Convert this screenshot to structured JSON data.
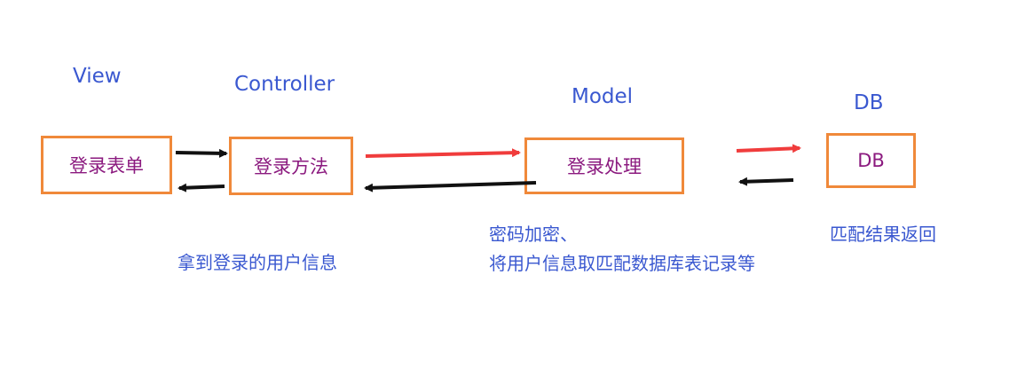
{
  "layers": {
    "view": "View",
    "controller": "Controller",
    "model": "Model",
    "db": "DB"
  },
  "boxes": {
    "view": "登录表单",
    "controller": "登录方法",
    "model": "登录处理",
    "db": "DB"
  },
  "notes": {
    "controller": "拿到登录的用户信息",
    "model_line1": "密码加密、",
    "model_line2": "将用户信息取匹配数据库表记录等",
    "db": "匹配结果返回"
  },
  "colors": {
    "label_text": "#3a58d0",
    "box_border": "#f0893a",
    "box_text": "#8b1a7f",
    "request_arrow": "#f03c3c",
    "flow_arrow": "#111111"
  }
}
